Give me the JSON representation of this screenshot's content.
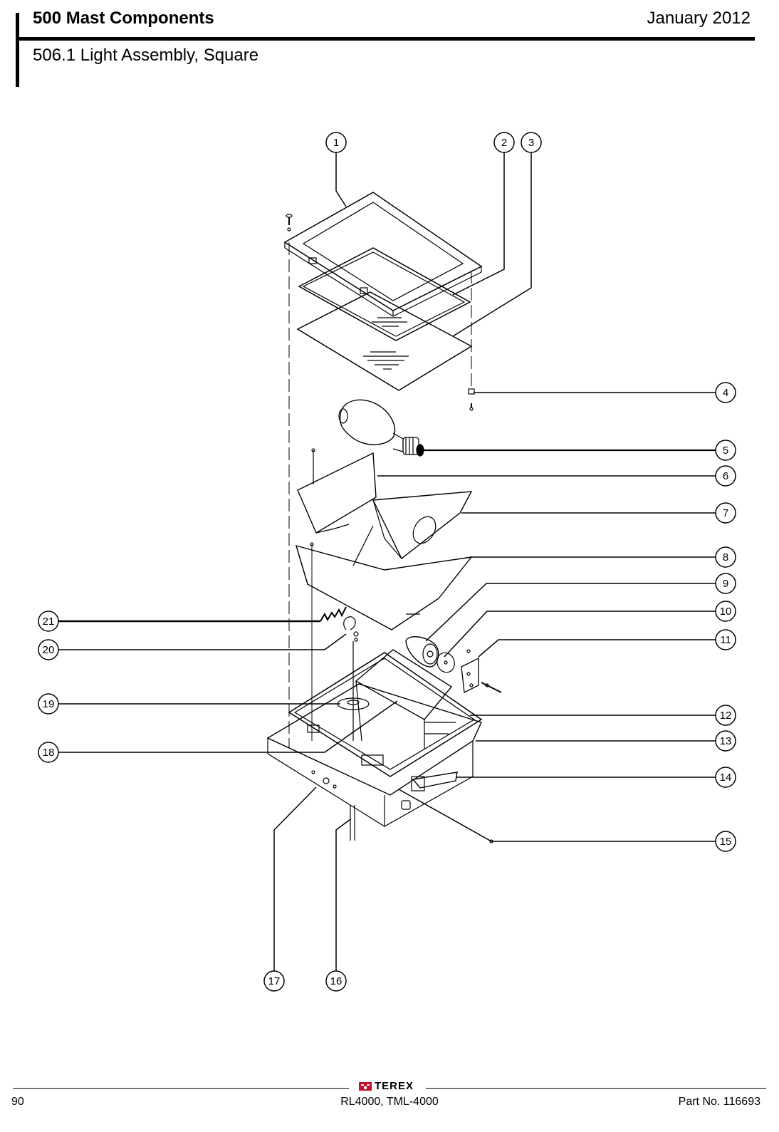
{
  "header": {
    "section_title": "500 Mast Components",
    "date": "January 2012",
    "subtitle": "506.1 Light Assembly, Square"
  },
  "diagram": {
    "callouts": [
      "1",
      "2",
      "3",
      "4",
      "5",
      "6",
      "7",
      "8",
      "9",
      "10",
      "11",
      "12",
      "13",
      "14",
      "15",
      "16",
      "17",
      "18",
      "19",
      "20",
      "21"
    ]
  },
  "footer": {
    "page_number": "90",
    "models": "RL4000, TML-4000",
    "part_number": "Part No. 116693",
    "logo_text": "TEREX",
    "logo_color": "#c8102e"
  }
}
